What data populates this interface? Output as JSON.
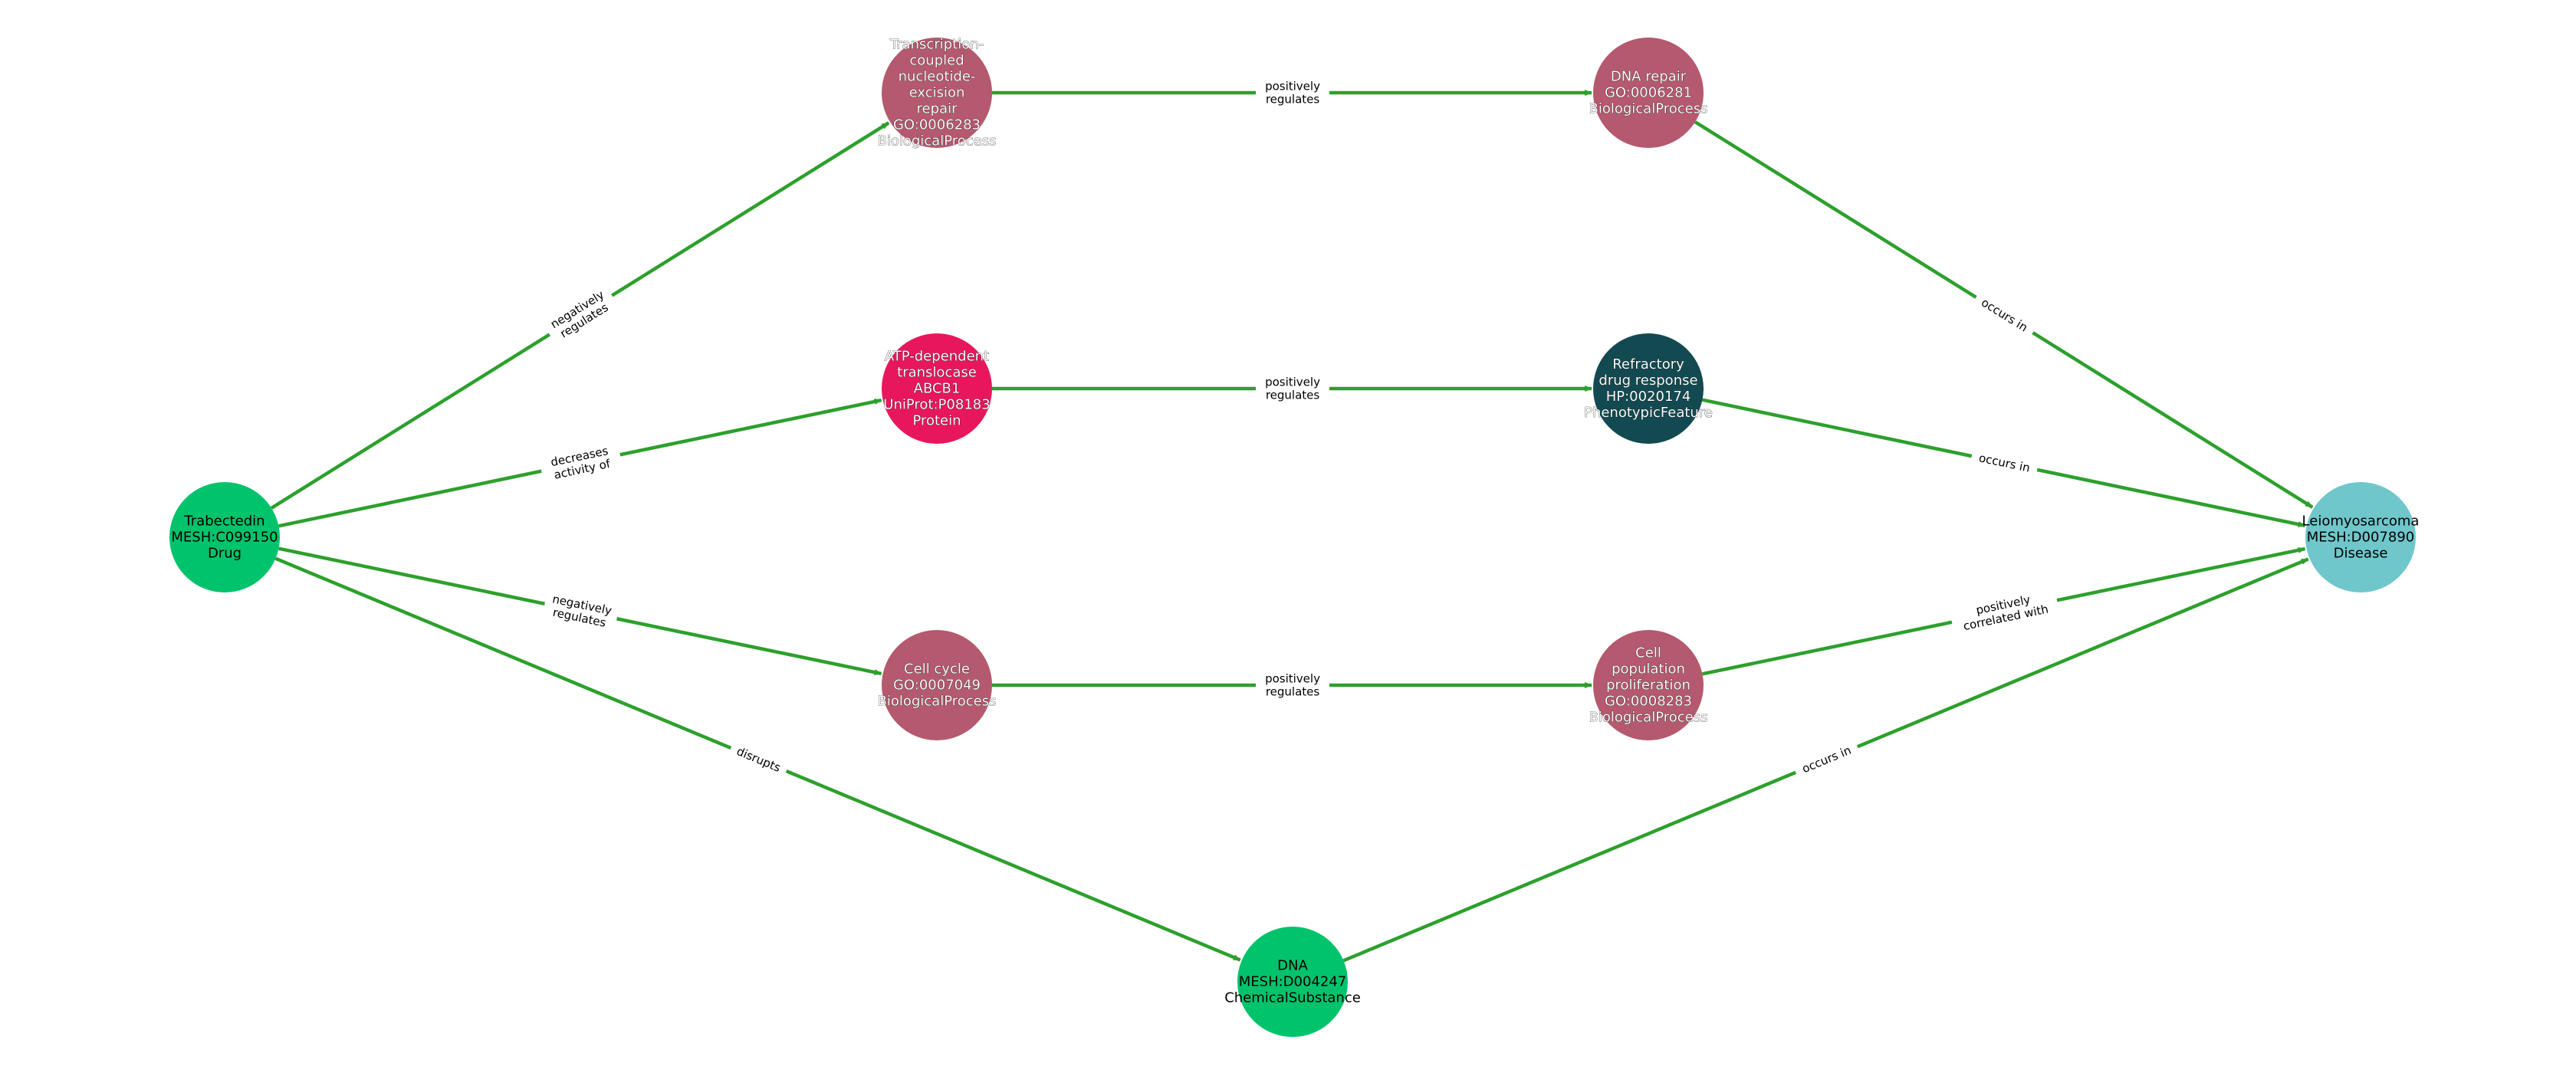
{
  "colors": {
    "edge": "#2ca02c",
    "drug": "#00c36b",
    "chemical": "#00c36b",
    "process": "#b5596e",
    "protein": "#e8175d",
    "phenotype": "#134a52",
    "disease": "#6fc7cb",
    "label_dark": "#000000",
    "label_light": "#ffffff"
  },
  "nodes": [
    {
      "id": "trabectedin",
      "lines": [
        "Trabectedin",
        "MESH:C099150",
        "Drug"
      ],
      "color": "drug",
      "text": "label_dark"
    },
    {
      "id": "tcner",
      "lines": [
        "Transcription-",
        "coupled",
        "nucleotide-",
        "excision",
        "repair",
        "GO:0006283",
        "BiologicalProcess"
      ],
      "color": "process",
      "text": "label_light"
    },
    {
      "id": "abcb1",
      "lines": [
        "ATP-dependent",
        "translocase",
        "ABCB1",
        "UniProt:P08183",
        "Protein"
      ],
      "color": "protein",
      "text": "label_light"
    },
    {
      "id": "cellcycle",
      "lines": [
        "Cell cycle",
        "GO:0007049",
        "BiologicalProcess"
      ],
      "color": "process",
      "text": "label_light"
    },
    {
      "id": "dna",
      "lines": [
        "DNA",
        "MESH:D004247",
        "ChemicalSubstance"
      ],
      "color": "chemical",
      "text": "label_dark"
    },
    {
      "id": "dnarepair",
      "lines": [
        "DNA repair",
        "GO:0006281",
        "BiologicalProcess"
      ],
      "color": "process",
      "text": "label_light"
    },
    {
      "id": "refractory",
      "lines": [
        "Refractory",
        "drug response",
        "HP:0020174",
        "PhenotypicFeature"
      ],
      "color": "phenotype",
      "text": "label_light"
    },
    {
      "id": "proliferation",
      "lines": [
        "Cell",
        "population",
        "proliferation",
        "GO:0008283",
        "BiologicalProcess"
      ],
      "color": "process",
      "text": "label_light"
    },
    {
      "id": "leiomyosarcoma",
      "lines": [
        "Leiomyosarcoma",
        "MESH:D007890",
        "Disease"
      ],
      "color": "disease",
      "text": "label_dark"
    }
  ],
  "edges": [
    {
      "source": "trabectedin",
      "target": "tcner",
      "label": [
        "negatively",
        "regulates"
      ]
    },
    {
      "source": "trabectedin",
      "target": "abcb1",
      "label": [
        "decreases",
        "activity of"
      ]
    },
    {
      "source": "trabectedin",
      "target": "cellcycle",
      "label": [
        "negatively",
        "regulates"
      ]
    },
    {
      "source": "trabectedin",
      "target": "dna",
      "label": [
        "disrupts"
      ]
    },
    {
      "source": "tcner",
      "target": "dnarepair",
      "label": [
        "positively",
        "regulates"
      ]
    },
    {
      "source": "abcb1",
      "target": "refractory",
      "label": [
        "positively",
        "regulates"
      ]
    },
    {
      "source": "cellcycle",
      "target": "proliferation",
      "label": [
        "positively",
        "regulates"
      ]
    },
    {
      "source": "dnarepair",
      "target": "leiomyosarcoma",
      "label": [
        "occurs in"
      ]
    },
    {
      "source": "refractory",
      "target": "leiomyosarcoma",
      "label": [
        "occurs in"
      ]
    },
    {
      "source": "proliferation",
      "target": "leiomyosarcoma",
      "label": [
        "positively",
        "correlated with"
      ]
    },
    {
      "source": "dna",
      "target": "leiomyosarcoma",
      "label": [
        "occurs in"
      ]
    }
  ]
}
